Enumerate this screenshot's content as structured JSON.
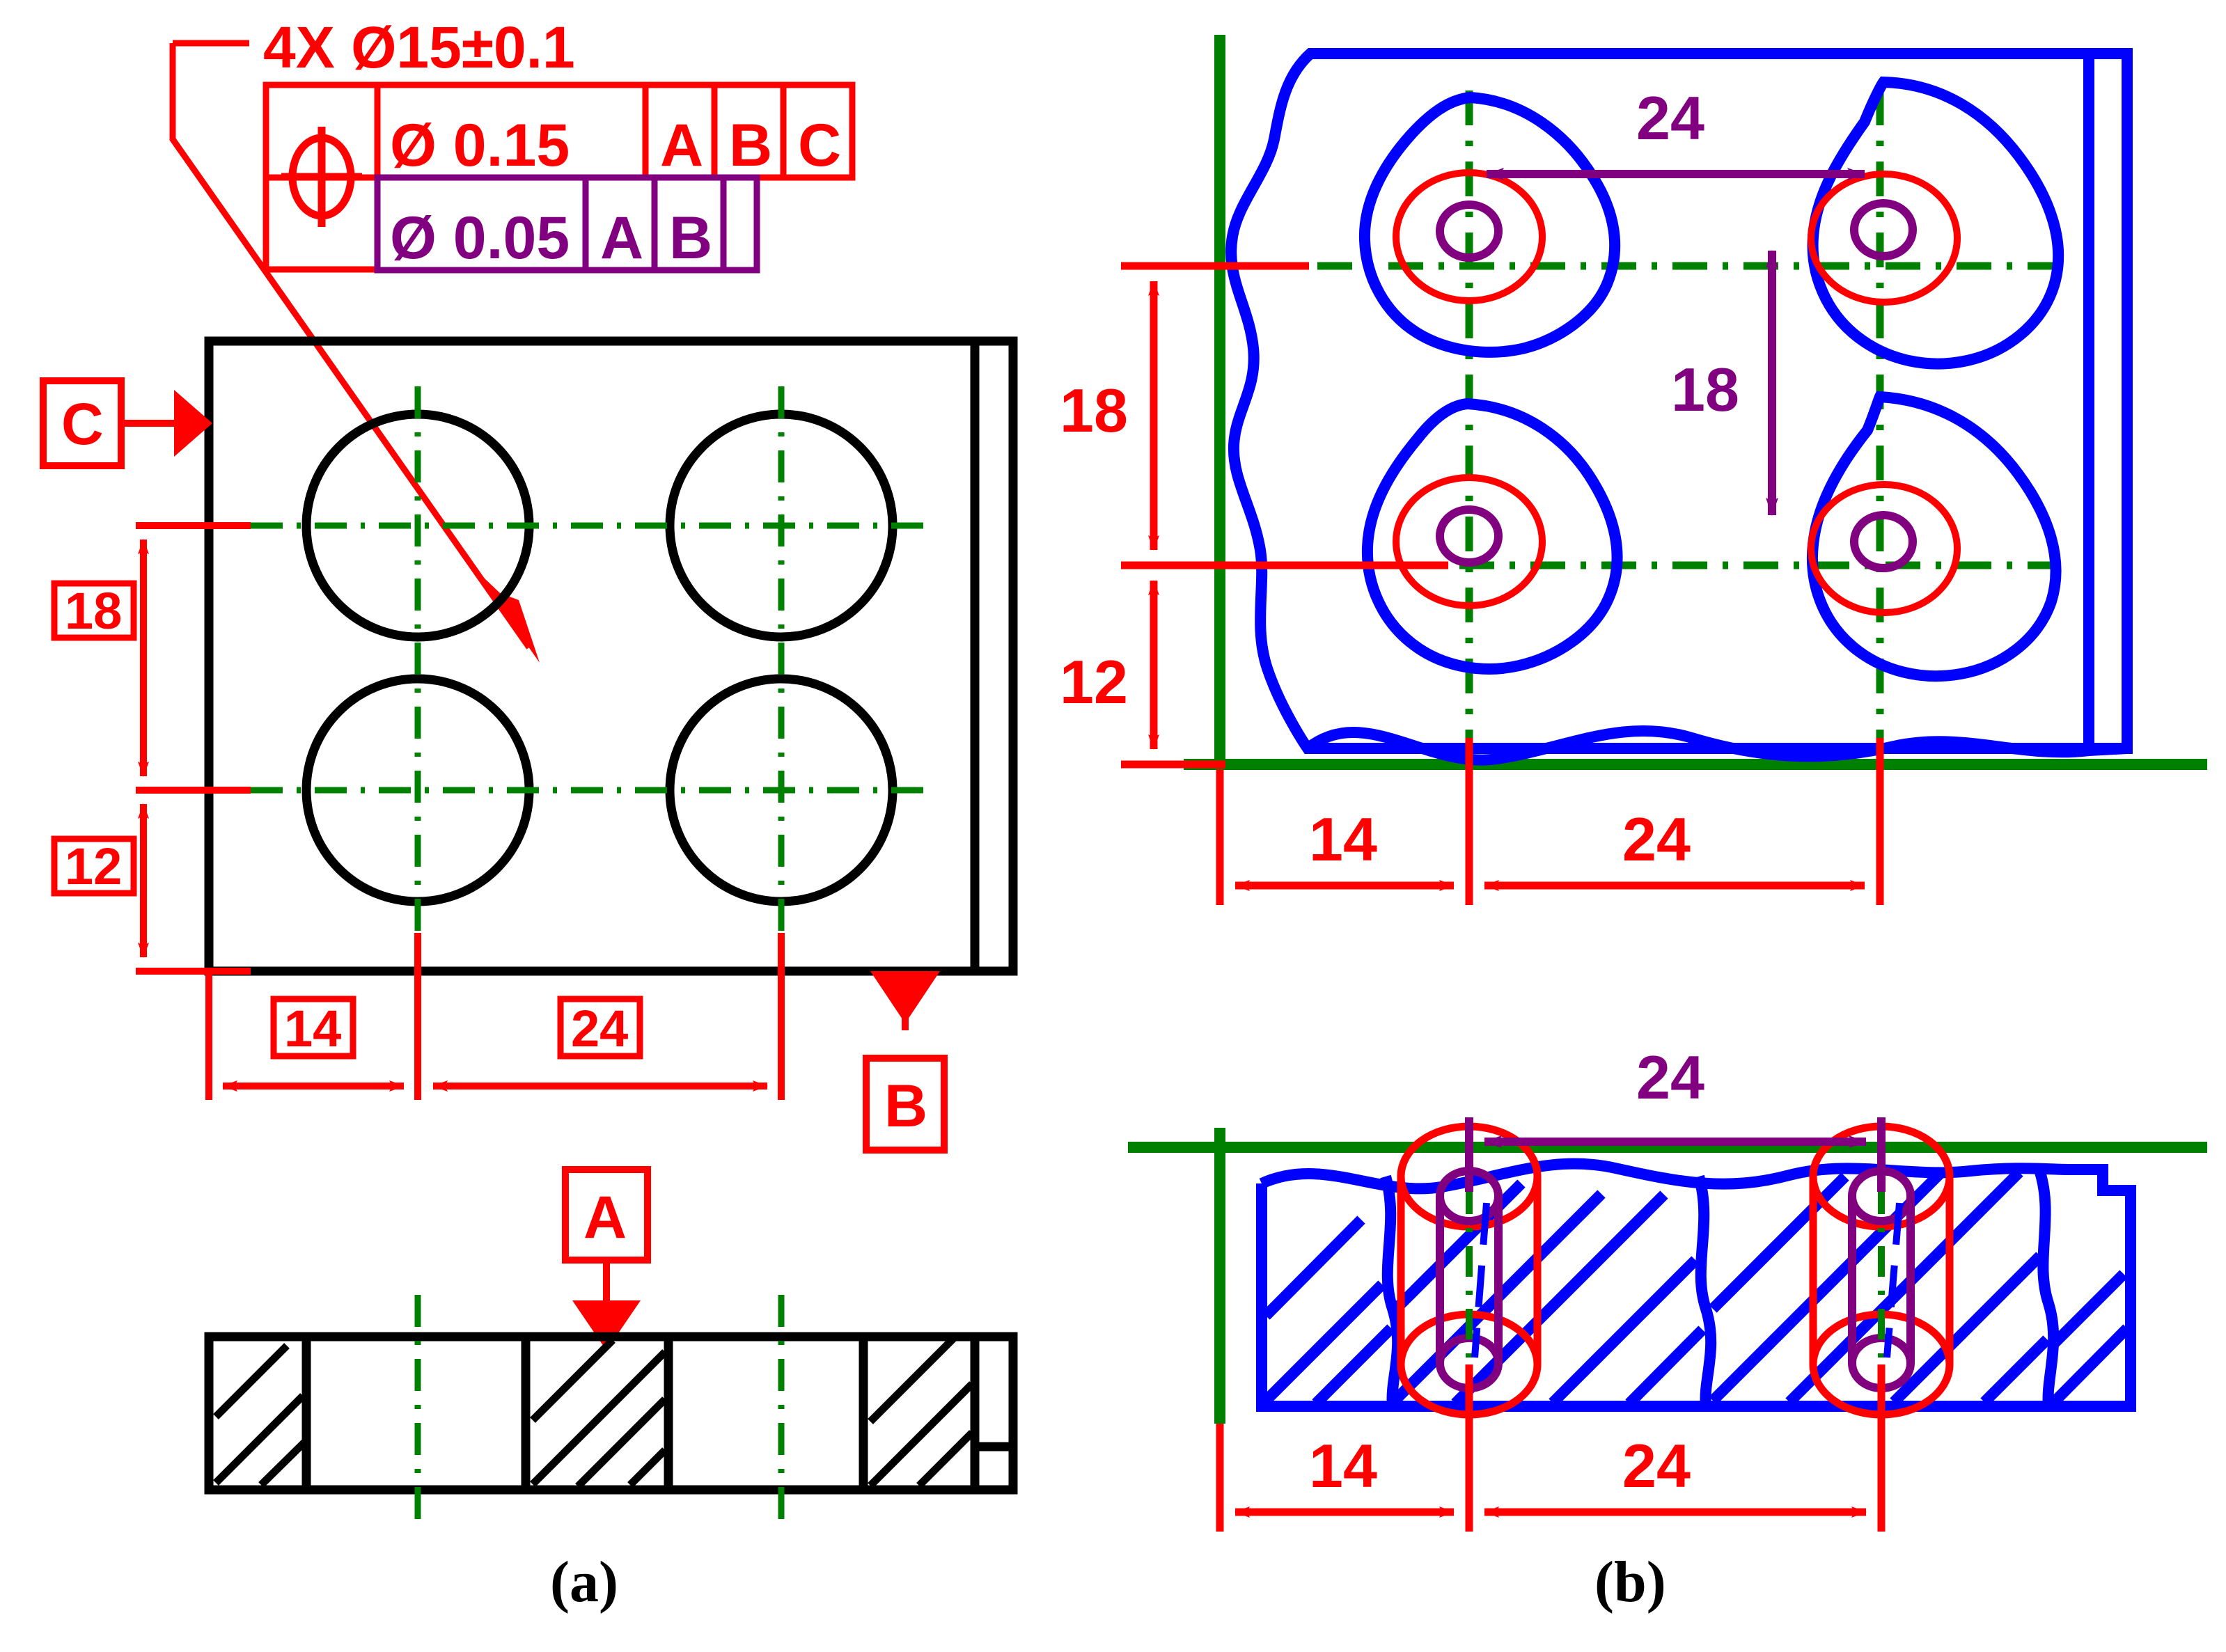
{
  "colors": {
    "black": "#000000",
    "red": "#FF0000",
    "green": "#008000",
    "blue": "#0000FF",
    "purple": "#800080",
    "white": "#FFFFFF"
  },
  "figure": {
    "kind": "engineering-drawing",
    "subfigures": [
      {
        "key": "a",
        "label": "(a)",
        "caption": "(a)"
      },
      {
        "key": "b",
        "label": "(b)",
        "caption": "(b)"
      }
    ]
  },
  "callout": {
    "quantity_note": "4X  Ø15±0.1",
    "quantity_text": "4X",
    "diameter_text": "Ø15±0.1"
  },
  "feature_control_frame": {
    "symbol_name": "position-symbol",
    "rows": [
      {
        "color": "#FF0000",
        "tolerance": "Ø 0.15",
        "datums": [
          "A",
          "B",
          "C"
        ]
      },
      {
        "color": "#800080",
        "tolerance": "Ø 0.05",
        "datums": [
          "A",
          "B"
        ]
      }
    ]
  },
  "datums": {
    "a": {
      "label": "A",
      "name": "datum-a"
    },
    "b": {
      "label": "B",
      "name": "datum-b"
    },
    "c": {
      "label": "C",
      "name": "datum-c"
    }
  },
  "view_a": {
    "name": "nominal-drawing-view",
    "dimensions_boxed": true,
    "vertical": [
      {
        "label": "18",
        "boxed": true
      },
      {
        "label": "12",
        "boxed": true
      }
    ],
    "horizontal": [
      {
        "label": "14",
        "boxed": true
      },
      {
        "label": "24",
        "boxed": true
      }
    ],
    "hole_count": 4
  },
  "view_b": {
    "name": "as-measured-drawing-view",
    "dimensions_boxed": false,
    "top_view": {
      "red_vertical": [
        {
          "label": "18"
        },
        {
          "label": "12"
        }
      ],
      "red_horizontal": [
        {
          "label": "14"
        },
        {
          "label": "24"
        }
      ],
      "purple_horizontal": [
        {
          "label": "24"
        }
      ],
      "purple_vertical": [
        {
          "label": "18"
        }
      ]
    },
    "section_view": {
      "purple_horizontal": [
        {
          "label": "24"
        }
      ],
      "red_horizontal": [
        {
          "label": "14"
        },
        {
          "label": "24"
        }
      ]
    }
  },
  "chart_data": {
    "type": "table",
    "title": "GD&T position tolerance illustration",
    "nominal_dimensions": {
      "hole_diameter": "Ø15±0.1",
      "hole_count": "4X",
      "x_from_datum": [
        14,
        24
      ],
      "y_from_datum": [
        12,
        18
      ]
    },
    "tolerances": [
      {
        "characteristic": "position",
        "value": "Ø 0.15",
        "datums": "A B C",
        "color": "#FF0000"
      },
      {
        "characteristic": "position",
        "value": "Ø 0.05",
        "datums": "A B",
        "color": "#800080"
      }
    ]
  }
}
